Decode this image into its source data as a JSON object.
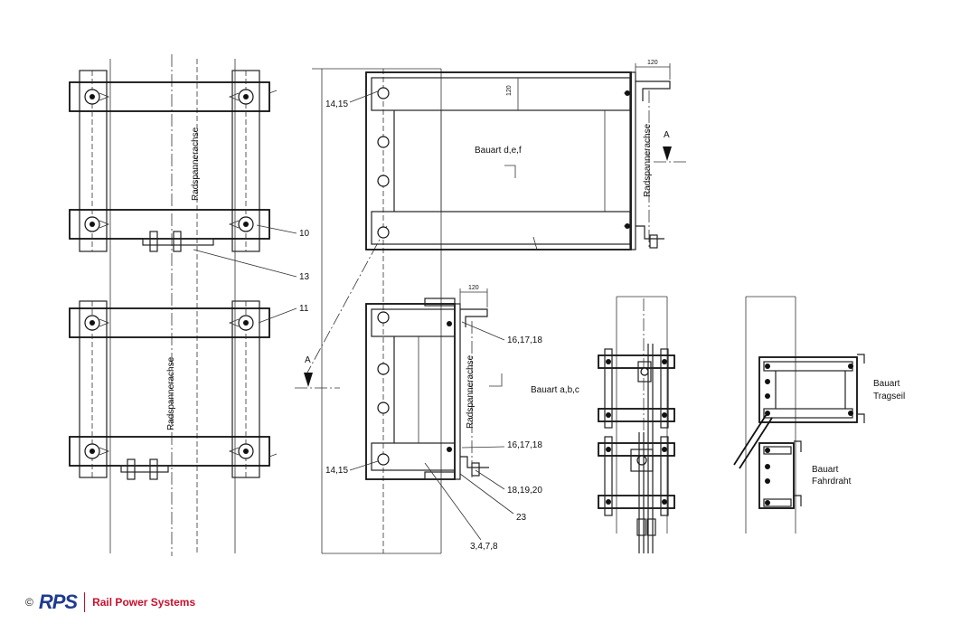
{
  "labels": {
    "radspanner_left_top": "Radspannerachse",
    "radspanner_left_bottom": "Radspannerachse",
    "radspanner_right_top": "Radspannerachse",
    "radspanner_right_bottom": "Radspannerachse",
    "bauart_def": "Bauart d,e,f",
    "bauart_abc": "Bauart a,b,c",
    "bauart_tragseil_1": "Bauart",
    "bauart_tragseil_2": "Tragseil",
    "bauart_fahrdraht_1": "Bauart",
    "bauart_fahrdraht_2": "Fahrdraht"
  },
  "callouts": {
    "c10": "10",
    "c13": "13",
    "c11": "11",
    "c1415_top": "14,15",
    "c1415_bottom": "14,15",
    "c161718_top": "16,17,18",
    "c161718_bottom": "16,17,18",
    "c181920": "18,19,20",
    "c23": "23",
    "c3478": "3,4,7,8"
  },
  "dimensions": {
    "d120_top_h": "120",
    "d120_top_v": "120",
    "d120_mid_h": "120"
  },
  "section_markers": {
    "a_right": "A",
    "a_left": "A"
  },
  "footer": {
    "copyright": "©",
    "logo_mark": "RPS",
    "company": "Rail Power Systems"
  }
}
